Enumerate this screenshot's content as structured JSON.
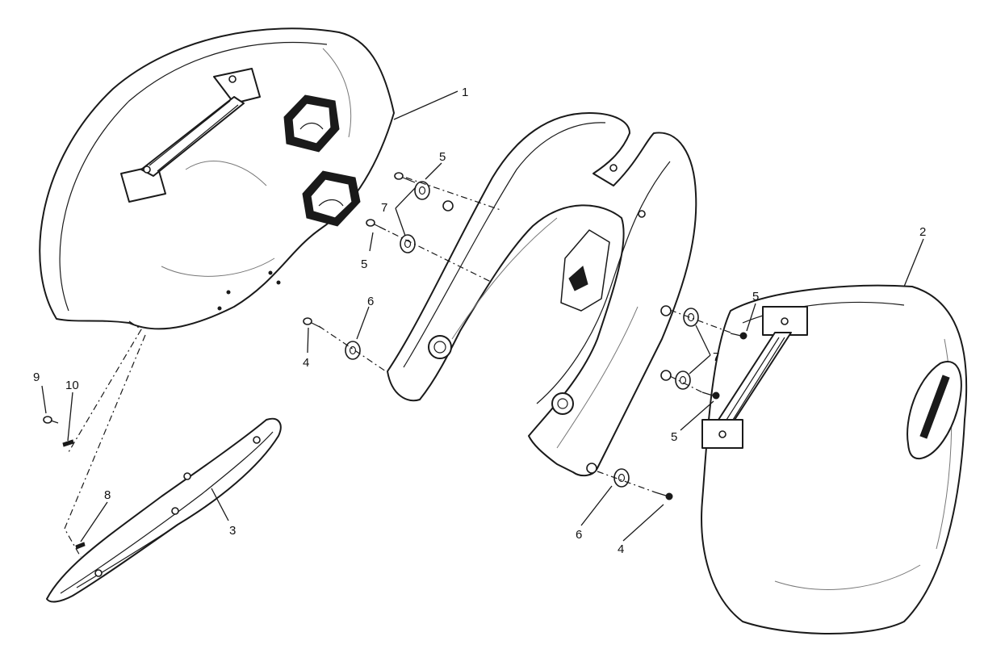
{
  "labels": {
    "l1": "1",
    "l2": "2",
    "l3": "3",
    "l4a": "4",
    "l4b": "4",
    "l5a": "5",
    "l5b": "5",
    "l5c": "5",
    "l5d": "5",
    "l6a": "6",
    "l6b": "6",
    "l7a": "7",
    "l7b": "7",
    "l8": "8",
    "l9": "9",
    "l10": "10"
  }
}
